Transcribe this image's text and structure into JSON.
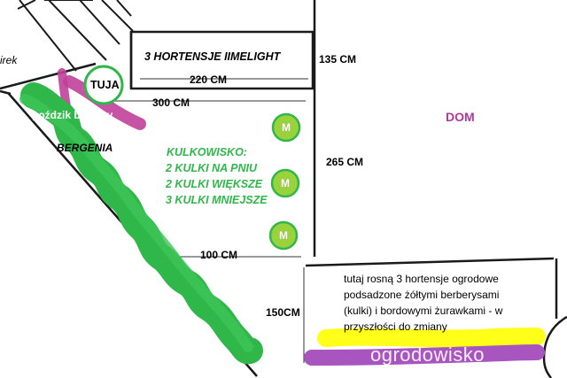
{
  "labels": {
    "hortensje_limelight": "3 HORTENSJE IIMELIGHT",
    "dim_220": "220 CM",
    "dim_135": "135 CM",
    "tuja": "TUJA",
    "dim_300": "300 CM",
    "gozdzik": "goździk brodaty",
    "dom": "DOM",
    "bergenia": "BERGENIA",
    "kulkowisko": [
      "KULKOWISKO:",
      "2 KULKI NA PNIU",
      "2 KULKI WIĘKSZE",
      "3 KULKI MNIEJSZE"
    ],
    "dim_265": "265 CM",
    "dim_100": "100 CM",
    "dim_150": "150CM",
    "note": [
      "tutaj rosną 3 hortensje ogrodowe",
      "podsadzone żółtymi berberysami",
      "(kulki) i bordowymi żurawkami - w",
      "przyszłości do zmiany"
    ],
    "partial_word": "irek",
    "marker": "M",
    "watermark": "ogrodowisko"
  },
  "colors": {
    "line": "#1a1a1a",
    "green": "#2fb74a",
    "magenta": "#c0409a",
    "dom": "#b03a9a",
    "yellow": "#ffff1a",
    "purple": "#a855c0"
  }
}
